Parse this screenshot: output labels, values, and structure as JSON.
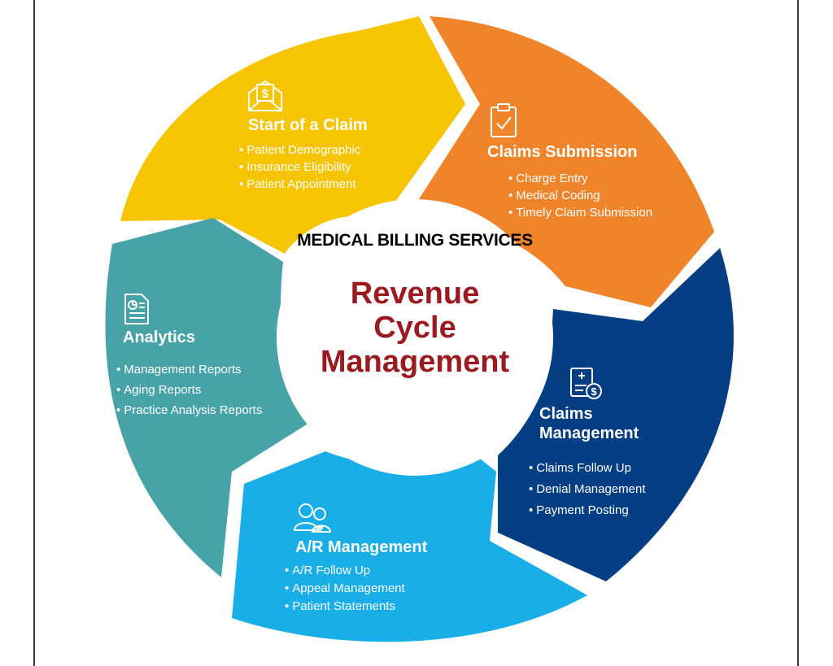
{
  "banner": "MEDICAL BILLING SERVICES",
  "center": {
    "lines": [
      "Revenue",
      "Cycle",
      "Management"
    ],
    "color": "#9b1a1f"
  },
  "segments": [
    {
      "id": "start-of-a-claim",
      "title": "Start of a Claim",
      "icon": "money-envelope-icon",
      "color": "#f6c400",
      "items": [
        "Patient Demographic",
        "Insurance Eligibility",
        "Patient Appointment"
      ]
    },
    {
      "id": "claims-submission",
      "title": "Claims Submission",
      "icon": "clipboard-check-icon",
      "color": "#f0842a",
      "items": [
        "Charge Entry",
        "Medical Coding",
        "Timely Claim Submission"
      ]
    },
    {
      "id": "claims-management",
      "title": "Claims Management",
      "title_lines": [
        "Claims",
        "Management"
      ],
      "icon": "medical-bill-icon",
      "color": "#053e83",
      "items": [
        "Claims Follow Up",
        "Denial Management",
        "Payment Posting"
      ]
    },
    {
      "id": "ar-management",
      "title": "A/R Management",
      "icon": "people-icon",
      "color": "#1aaee8",
      "items": [
        "A/R Follow Up",
        "Appeal Management",
        "Patient Statements"
      ]
    },
    {
      "id": "analytics",
      "title": "Analytics",
      "icon": "report-document-icon",
      "color": "#47a3a8",
      "items": [
        "Management Reports",
        "Aging Reports",
        "Practice Analysis Reports"
      ]
    }
  ]
}
